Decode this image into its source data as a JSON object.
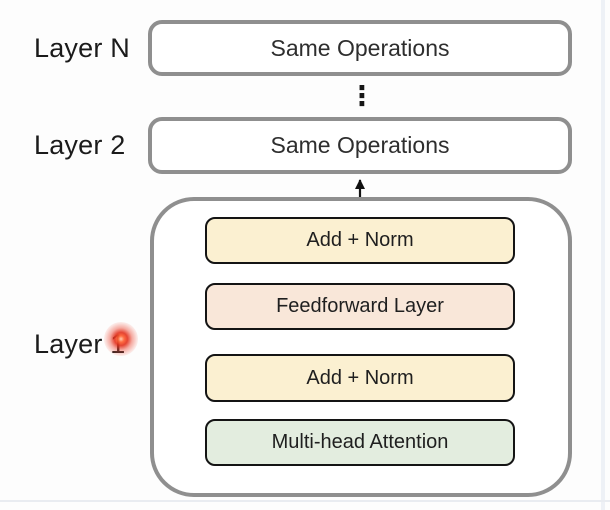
{
  "diagram": {
    "layers": {
      "layer_n": {
        "label": "Layer N",
        "box_label": "Same Operations"
      },
      "ellipsis": "⋮",
      "layer_2": {
        "label": "Layer 2",
        "box_label": "Same Operations"
      },
      "layer_1": {
        "label": "Layer 1",
        "blocks": [
          {
            "name": "add-norm-top",
            "label": "Add + Norm",
            "fill": "#FBF0D1"
          },
          {
            "name": "feedforward",
            "label": "Feedforward Layer",
            "fill": "#F9E7D9"
          },
          {
            "name": "add-norm-bottom",
            "label": "Add + Norm",
            "fill": "#FBF0D1"
          },
          {
            "name": "multi-head-attention",
            "label": "Multi-head Attention",
            "fill": "#E3EDDF"
          }
        ]
      }
    },
    "colors": {
      "outer_border": "#8F8F8F",
      "block_border": "#141414",
      "arrow": "#111111",
      "background": "#FDFDFD",
      "laser_red": "#E8321D"
    }
  }
}
